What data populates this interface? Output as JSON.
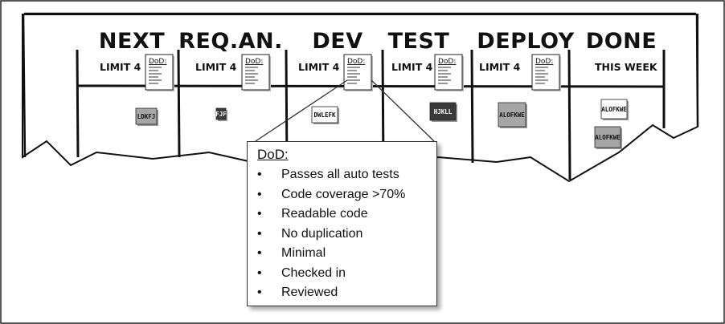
{
  "board": {
    "columns": [
      {
        "id": "next",
        "title": "Next",
        "subtitle": "Limit 4",
        "has_dod": true
      },
      {
        "id": "req-an",
        "title": "Req.An.",
        "subtitle": "Limit 4",
        "has_dod": true
      },
      {
        "id": "dev",
        "title": "Dev",
        "subtitle": "Limit 4",
        "has_dod": true
      },
      {
        "id": "test",
        "title": "Test",
        "subtitle": "Limit 4",
        "has_dod": true
      },
      {
        "id": "deploy",
        "title": "Deploy",
        "subtitle": "Limit 4",
        "has_dod": true
      },
      {
        "id": "done",
        "title": "Done",
        "subtitle": "This Week",
        "has_dod": false
      }
    ],
    "dod_note_label": "DoD:",
    "cards": [
      {
        "column": "next",
        "label": "LDKFJ",
        "color": "#a6a6a6"
      },
      {
        "column": "req-an",
        "label": "FJF",
        "color": "#3a3a3a"
      },
      {
        "column": "dev",
        "label": "DWLEFK",
        "color": "#ffffff"
      },
      {
        "column": "test",
        "label": "HJKLL",
        "color": "#3a3a3a"
      },
      {
        "column": "deploy",
        "label": "ALOFKWE",
        "color": "#a6a6a6"
      },
      {
        "column": "done",
        "label": "ALOFKWE",
        "color": "#ffffff"
      },
      {
        "column": "done",
        "label": "ALOFKWE",
        "color": "#a6a6a6"
      }
    ]
  },
  "callout": {
    "title": "DoD:",
    "items": [
      "Passes all auto tests",
      "Code coverage >70%",
      "Readable code",
      "No duplication",
      "Minimal",
      "Checked in",
      "Reviewed"
    ]
  },
  "colors": {
    "ink": "#111111",
    "card_gray": "#a6a6a6",
    "card_dark": "#3a3a3a",
    "paper": "#ffffff"
  }
}
